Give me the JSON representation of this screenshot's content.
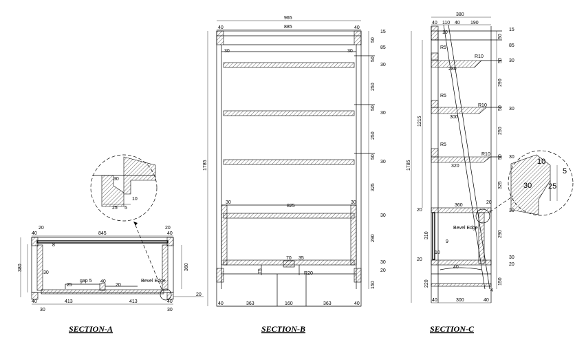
{
  "section_a": {
    "title": "SECTION-A",
    "dims": {
      "top_width": "845",
      "left_post": "40",
      "right_post": "40",
      "top_small_left": "20",
      "top_small_right": "20",
      "height_outer": "380",
      "height_inner": "360",
      "back_thickness": "30",
      "edge_ref": "8",
      "gap_label": "gap 5",
      "piece_25": "25",
      "piece_40": "40",
      "piece_20": "20",
      "bottom_left": "413",
      "bottom_right": "413",
      "bottom_40a": "40",
      "bottom_40b": "40",
      "bottom_30a": "30",
      "bottom_30b": "30",
      "side_20": "20"
    },
    "bevel_label": "Bevel Edge",
    "detail": {
      "d30": "30",
      "d10": "10",
      "d25": "25",
      "d5": "5"
    }
  },
  "section_b": {
    "title": "SECTION-B",
    "dims": {
      "overall_width": "965",
      "inner_width": "885",
      "post_left": "40",
      "post_right": "40",
      "total_height": "1785",
      "r15": "15",
      "r50": "50",
      "r85": "85",
      "shelf_30_a": "30",
      "shelf_50_a": "50",
      "span_250_a": "250",
      "shelf_30_b": "30",
      "shelf_50_b": "50",
      "span_250_b": "250",
      "shelf_30_c": "30",
      "shelf_50_c": "50",
      "span_325": "325",
      "shelf_30_d": "30",
      "span_290": "290",
      "base_30": "30",
      "base_20": "20",
      "base_150": "150",
      "corner_30_left": "30",
      "corner_30_right": "30",
      "lower_corner_left": "30",
      "lower_corner_right": "30",
      "drawer_width": "825",
      "block_70": "70",
      "block_35": "35",
      "block_75": "75",
      "r20": "R20",
      "foot_left": "40",
      "foot_right": "40",
      "bottom_363_left": "363",
      "bottom_160": "160",
      "bottom_363_right": "363"
    }
  },
  "section_c": {
    "title": "SECTION-C",
    "dims": {
      "overall_depth": "380",
      "d40a": "40",
      "d110": "110",
      "d40b": "40",
      "d190": "190",
      "d10": "10",
      "r15": "15",
      "r50": "50",
      "r85": "85",
      "r5_a": "R5",
      "r10_a": "R10",
      "w280": "280",
      "c30_a": "30",
      "c50_a": "50",
      "span_290_a": "290",
      "r5_b": "R5",
      "r10_b": "R10",
      "w300": "300",
      "c30_b": "30",
      "c50_b": "50",
      "span_250": "250",
      "r5_c": "R5",
      "r10_c": "R10",
      "w320": "320",
      "c30_c": "30",
      "c50_c": "50",
      "span_325": "325",
      "h1215": "1215",
      "h1785": "1785",
      "w360": "360",
      "c20_a": "20",
      "c20_b": "20",
      "c30_d": "30",
      "h310": "310",
      "d9": "9",
      "span_290_b": "290",
      "c20_c": "20",
      "c10": "10",
      "c30_e": "30",
      "c20_d": "20",
      "h220": "220",
      "c40": "40",
      "c150": "150",
      "angle": "4",
      "foot_40a": "40",
      "w300_bottom": "300",
      "foot_40b": "40"
    },
    "bevel_label": "Bevel Edge",
    "detail": {
      "d10": "10",
      "d5": "5",
      "d30": "30",
      "d25": "25"
    }
  }
}
